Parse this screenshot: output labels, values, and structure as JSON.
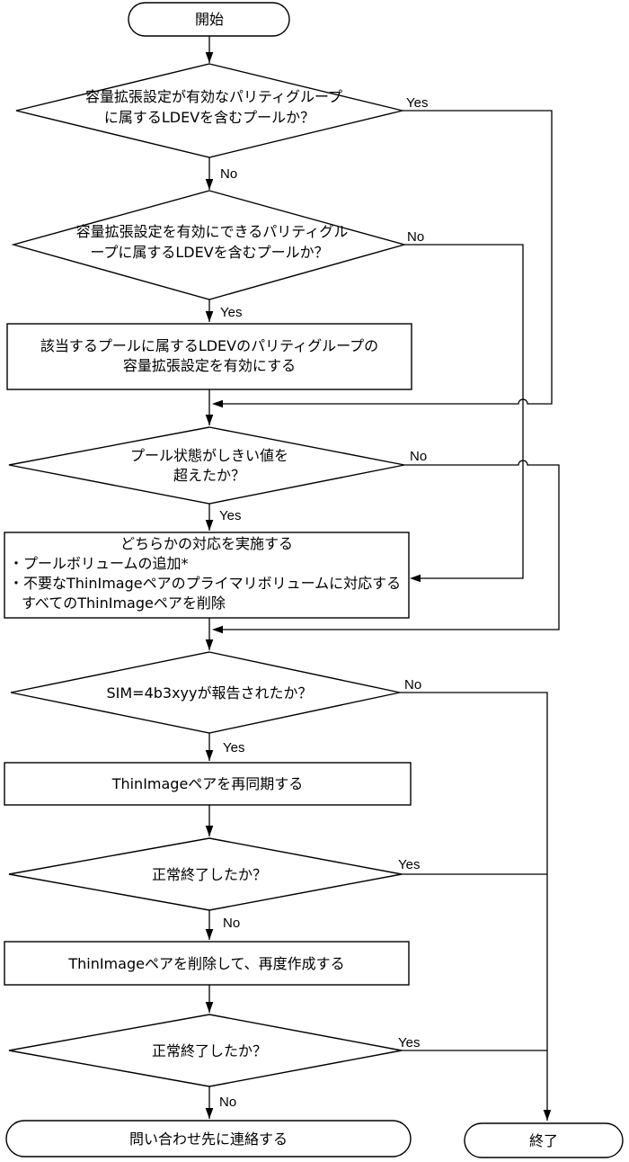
{
  "colors": {
    "line": "#000000",
    "background": "#ffffff",
    "text": "#000000"
  },
  "flow": {
    "start": {
      "label": "開始"
    },
    "q1": {
      "text1": "容量拡張設定が有効なパリティグループ",
      "text2": "に属するLDEVを含むプールか？",
      "yes_label": "Yes",
      "no_label": "No"
    },
    "q2": {
      "text1": "容量拡張設定を有効にできるパリティグル",
      "text2": "ープに属するLDEVを含むプールか？",
      "yes_label": "Yes",
      "no_label": "No"
    },
    "step1": {
      "text1": "該当するプールに属するLDEVのパリティグループの",
      "text2": "容量拡張設定を有効にする"
    },
    "q3": {
      "text1": "プール状態がしきい値を",
      "text2": "超えたか？",
      "yes_label": "Yes",
      "no_label": "No"
    },
    "step2": {
      "title": "どちらかの対応を実施する",
      "item1": "・プールボリュームの追加*",
      "item2": "・不要なThinImageペアのプライマリボリュームに対応する",
      "item2_cont": "すべてのThinImageペアを削除"
    },
    "q4": {
      "text1": "SIM=4b3xyyが報告されたか？",
      "yes_label": "Yes",
      "no_label": "No"
    },
    "step3": {
      "text1": "ThinImageペアを再同期する"
    },
    "q5": {
      "text1": "正常終了したか？",
      "yes_label": "Yes",
      "no_label": "No"
    },
    "step4": {
      "text1": "ThinImageペアを削除して、再度作成する"
    },
    "q6": {
      "text1": "正常終了したか？",
      "yes_label": "Yes",
      "no_label": "No"
    },
    "end_contact": {
      "label": "問い合わせ先に連絡する"
    },
    "end": {
      "label": "終了"
    }
  }
}
